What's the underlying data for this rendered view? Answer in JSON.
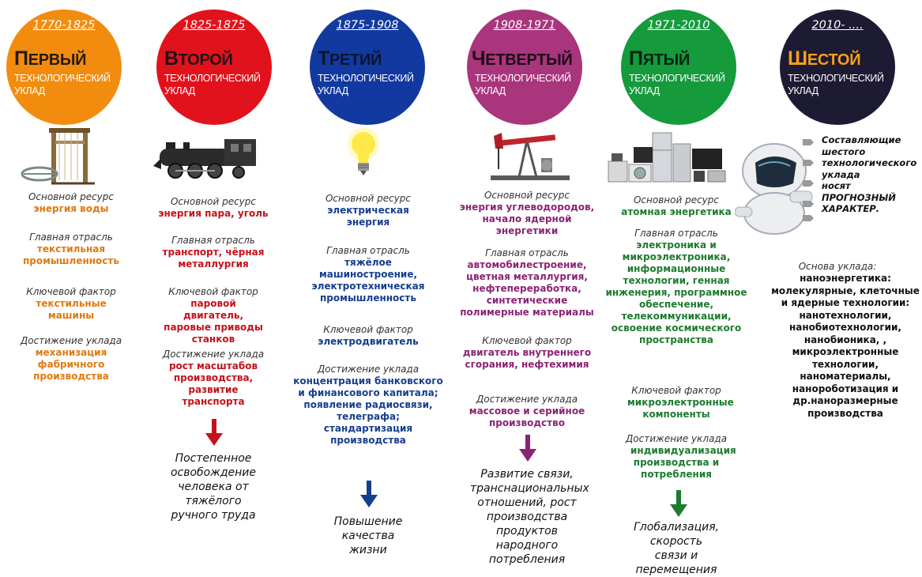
{
  "colors": {
    "c1": "#f28c0f",
    "c2": "#e2121c",
    "c3": "#1239a0",
    "c4": "#a9357d",
    "c5": "#159a3c",
    "c6": "#1d1a33",
    "v1": "#e07a10",
    "v2": "#c4121b",
    "v3": "#163e8f",
    "v4": "#8c2374",
    "v5": "#1d7b2f",
    "title6": "#f6a01a"
  },
  "columns": [
    {
      "years": "1770-1825",
      "title_first": "П",
      "title_rest": "ЕРВЫЙ",
      "sub1": "технологический",
      "sub2": "уклад",
      "picture": "loom-machine",
      "resource_label": "Основной ресурс",
      "resource": "энергия воды",
      "industry_label": "Главная отрасль",
      "industry": "текстильная промышленность",
      "factor_label": "Ключевой фактор",
      "factor": "текстильные машины",
      "achieve_label": "Достижение уклада",
      "achieve": "механизация фабричного производства"
    },
    {
      "years": "1825-1875",
      "title_first": "В",
      "title_rest": "ТОРОЙ",
      "sub1": "технологический",
      "sub2": "уклад",
      "picture": "steam-locomotive",
      "resource_label": "Основной ресурс",
      "resource": "энергия пара, уголь",
      "industry_label": "Главная отрасль",
      "industry": "транспорт, чёрная металлургия",
      "factor_label": "Ключевой фактор",
      "factor": "паровой двигатель, паровые приводы станков",
      "achieve_label": "Достижение уклада",
      "achieve": "рост масштабов производства, развитие транспорта",
      "result": "Постепенное освобождение человека от тяжёлого ручного труда"
    },
    {
      "years": "1875-1908",
      "title_first": "Т",
      "title_rest": "РЕТИЙ",
      "sub1": "технологический",
      "sub2": "уклад",
      "picture": "light-bulb",
      "resource_label": "Основной ресурс",
      "resource": "электрическая энергия",
      "industry_label": "Главная отрасль",
      "industry": "тяжёлое машиностроение, электротехническая промышленность",
      "factor_label": "Ключевой фактор",
      "factor": "электродвигатель",
      "achieve_label": "Достижение уклада",
      "achieve": "концентрация банковского и финансового капитала; появление радиосвязи, телеграфа; стандартизация производства",
      "result": "Повышение качества жизни"
    },
    {
      "years": "1908-1971",
      "title_first": "Ч",
      "title_rest": "ЕТВЕРТЫЙ",
      "sub1": "технологический",
      "sub2": "уклад",
      "picture": "oil-pump",
      "resource_label": "Основной ресурс",
      "resource": "энергия углеводородов, начало ядерной энергетики",
      "industry_label": "Главная отрасль",
      "industry": "автомобилестроение, цветная металлургия, нефтепереработка, синтетические полимерные материалы",
      "factor_label": "Ключевой фактор",
      "factor": "двигатель внутреннего сгорания, нефтехимия",
      "achieve_label": "Достижение уклада",
      "achieve": "массовое и серийное производство",
      "result": "Развитие связи, транснациональных отношений, рост производства продуктов народного потребления"
    },
    {
      "years": "1971-2010",
      "title_first": "П",
      "title_rest": "ЯТЫЙ",
      "sub1": "технологический",
      "sub2": "уклад",
      "picture": "electronics",
      "resource_label": "Основной ресурс",
      "resource": "атомная энергетика",
      "industry_label": "Главная отрасль",
      "industry": "электроника и микроэлектроника, информационные технологии, генная инженерия, программное обеспечение, телекоммуникации, освоение космического пространства",
      "factor_label": "Ключевой фактор",
      "factor": "микроэлектронные компоненты",
      "achieve_label": "Достижение уклада",
      "achieve": "индивидуализация производства и потребления",
      "result": "Глобализация, скорость связи и перемещения"
    },
    {
      "years": "2010- ....",
      "title_first": "Ш",
      "title_rest": "ЕСТОЙ",
      "sub1": "технологический",
      "sub2": "уклад",
      "picture": "robot"
    }
  ],
  "sixth": {
    "note_parts": [
      "Составляющие",
      "шестого",
      "технологического",
      "уклада",
      "носят",
      "ПРОГНОЗНЫЙ",
      "ХАРАКТЕР."
    ],
    "basis_label": "Основа уклада:",
    "basis": "наноэнергетика: молекулярные, клеточные и ядерные технологии: нанотехнологии, нанобиотехнологии, нанобионика, , микроэлектронные технологии, наноматериалы, нанороботизация и др.наноразмерные производства"
  }
}
